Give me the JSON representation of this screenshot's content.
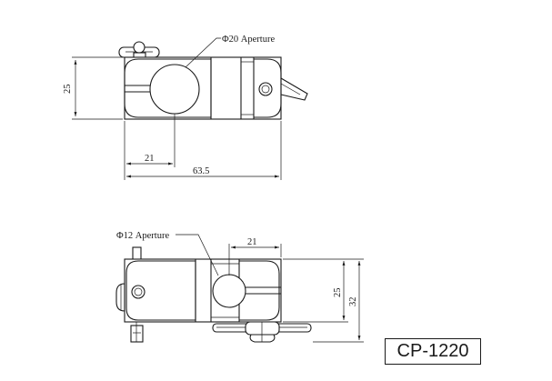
{
  "top_view": {
    "aperture_label": "Φ20 Aperture",
    "dim_height": "25",
    "dim_center": "21",
    "dim_width": "63.5"
  },
  "bottom_view": {
    "aperture_label": "Φ12 Aperture",
    "dim_center": "21",
    "dim_height_inner": "25",
    "dim_height_outer": "32"
  },
  "model_number": "CP-1220"
}
